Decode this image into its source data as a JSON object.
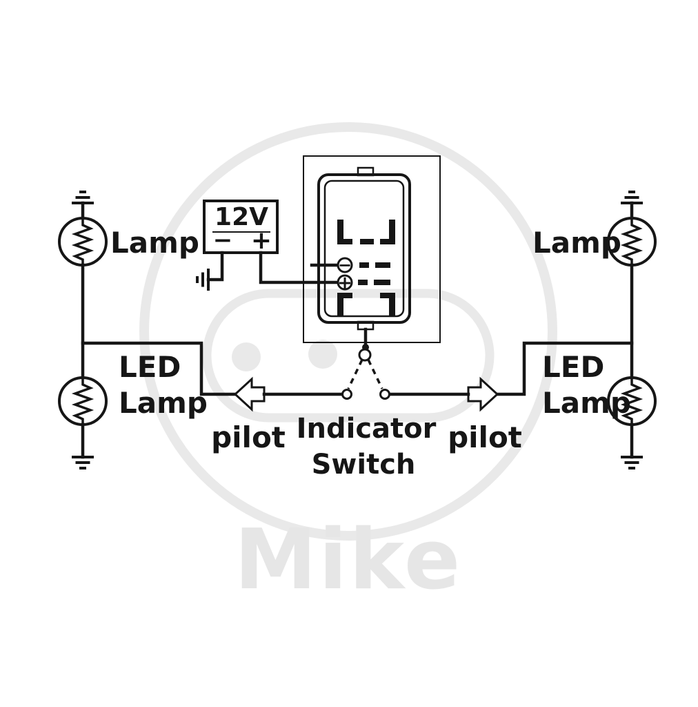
{
  "colors": {
    "ink": "#161616",
    "watermark": "#e9e9e9",
    "background": "#ffffff"
  },
  "power_supply": {
    "voltage_label": "12V",
    "minus_label": "−",
    "plus_label": "+"
  },
  "relay": {
    "minus_terminal": "−",
    "plus_terminal": "+"
  },
  "left_branch": {
    "lamp_label": "Lamp",
    "led_lamp_line1": "LED",
    "led_lamp_line2": "Lamp",
    "pilot_label": "pilot"
  },
  "right_branch": {
    "lamp_label": "Lamp",
    "led_lamp_line1": "LED",
    "led_lamp_line2": "Lamp",
    "pilot_label": "pilot"
  },
  "indicator_switch": {
    "label_line1": "Indicator",
    "label_line2": "Switch"
  },
  "watermark": {
    "brand_text": "Mike"
  }
}
